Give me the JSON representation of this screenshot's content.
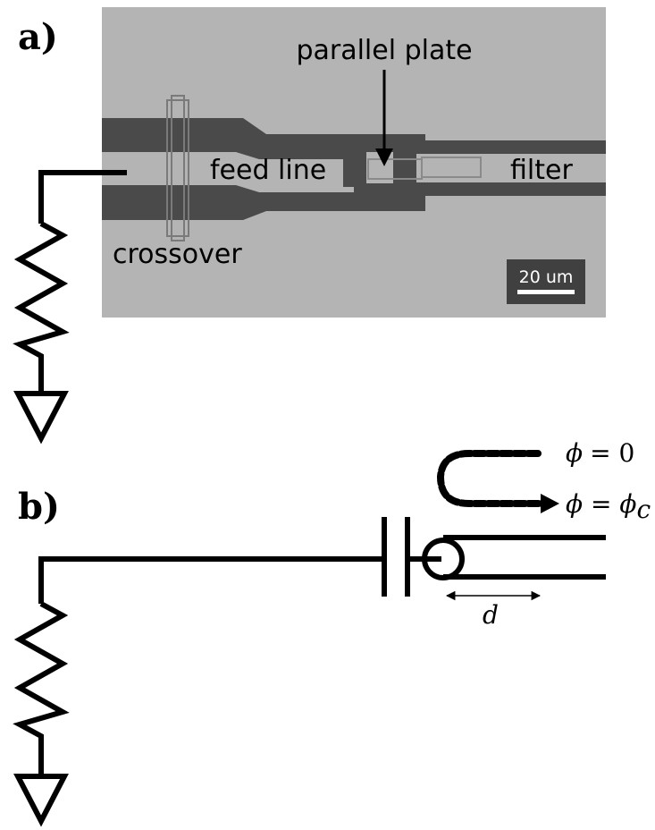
{
  "panel_a": {
    "label": "a)",
    "annotations": {
      "parallel_plate": "parallel plate",
      "feed_line": "feed line",
      "filter": "filter",
      "crossover": "crossover",
      "scale_bar": "20 um"
    }
  },
  "panel_b": {
    "label": "b)",
    "phase_top": {
      "symbol": "ϕ",
      "rhs": "= 0"
    },
    "phase_bottom": {
      "symbol": "ϕ",
      "eq": " = ",
      "rhs_symbol": "ϕ",
      "rhs_sub": "c"
    },
    "distance": "d"
  },
  "colors": {
    "photo_background": "#b4b4b4",
    "photo_metal": "#4a4a4a",
    "scale_box": "#404040"
  }
}
